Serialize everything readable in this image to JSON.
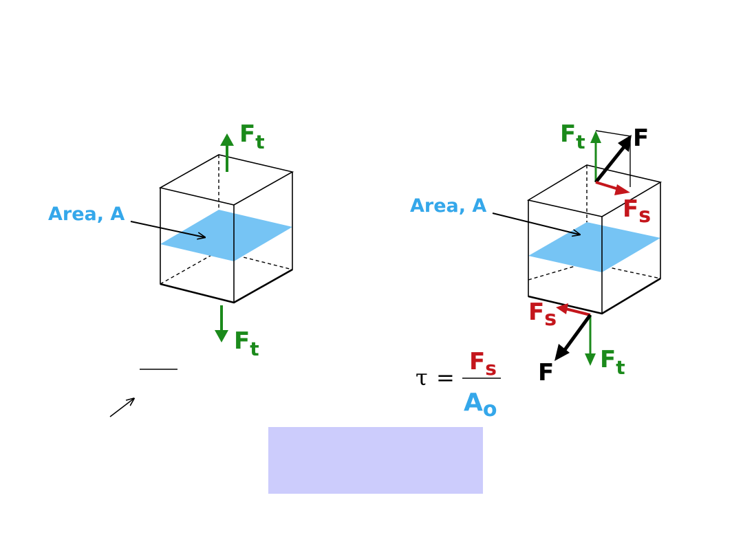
{
  "tension": {
    "force_top": {
      "main": "F",
      "sub": "t"
    },
    "force_bottom": {
      "main": "F",
      "sub": "t"
    },
    "area_label": "Area, A"
  },
  "shear": {
    "force_top_t": {
      "main": "F",
      "sub": "t"
    },
    "force_top_F": "F",
    "force_top_s": {
      "main": "F",
      "sub": "s"
    },
    "area_label": "Area, A",
    "force_bottom_s": {
      "main": "F",
      "sub": "s"
    },
    "force_bottom_F": "F",
    "force_bottom_t": {
      "main": "F",
      "sub": "t"
    }
  },
  "formula": {
    "symbol": "τ",
    "equals": "=",
    "numerator": {
      "main": "F",
      "sub": "s"
    },
    "denominator": {
      "main": "A",
      "sub": "o"
    }
  },
  "colors": {
    "tensile": "#1b8a1b",
    "shear": "#c4161c",
    "area": "#34a7ea",
    "plane_fill": "#76c4f4",
    "note_box": "#ccccfc"
  }
}
